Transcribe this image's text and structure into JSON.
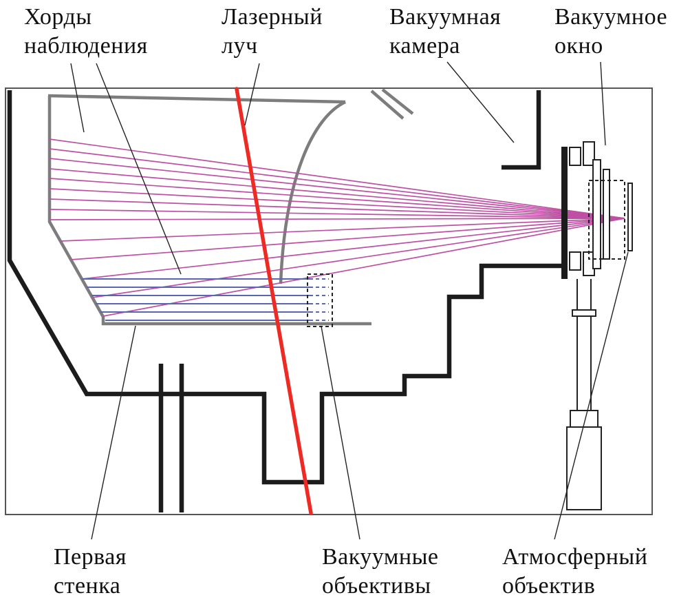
{
  "diagram": {
    "labels": {
      "observation_chords": {
        "line1": "Хорды",
        "line2": "наблюдения"
      },
      "laser_beam": {
        "line1": "Лазерный",
        "line2": "луч"
      },
      "vacuum_chamber": {
        "line1": "Вакуумная",
        "line2": "камера"
      },
      "vacuum_window": {
        "line1": "Вакуумное",
        "line2": "окно"
      },
      "first_wall": {
        "line1": "Первая",
        "line2": "стенка"
      },
      "vacuum_lenses": {
        "line1": "Вакуумные",
        "line2": "объективы"
      },
      "atmospheric_lens": {
        "line1": "Атмосферный",
        "line2": "объектив"
      }
    }
  },
  "colors": {
    "chord": "#bf4fa4",
    "laser": "#ed2a24",
    "fiber": "#5b66b3",
    "wall": "#7d7d7d",
    "chamber": "#1c1c1c"
  }
}
